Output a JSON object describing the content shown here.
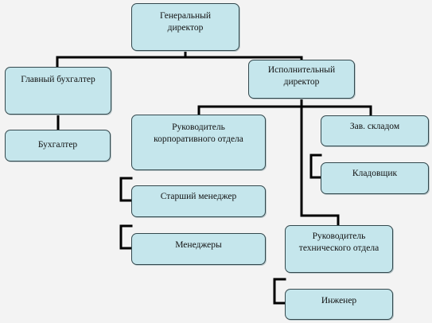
{
  "org_chart": {
    "general_director": "Генеральный\nдиректор",
    "chief_accountant": "Главный бухгалтер",
    "accountant": "Бухгалтер",
    "executive_director": "Исполнительный\nдиректор",
    "corporate_head": "Руководитель\nкорпоративного отдела",
    "senior_manager": "Старший менеджер",
    "managers": "Менеджеры",
    "warehouse_head": "Зав. складом",
    "storekeeper": "Кладовщик",
    "technical_head": "Руководитель\nтехнического отдела",
    "engineer": "Инженер"
  },
  "colors": {
    "box_fill": "#c5e6ec",
    "box_border": "#33484d",
    "connector": "#000000",
    "background": "#f3f3f3"
  }
}
